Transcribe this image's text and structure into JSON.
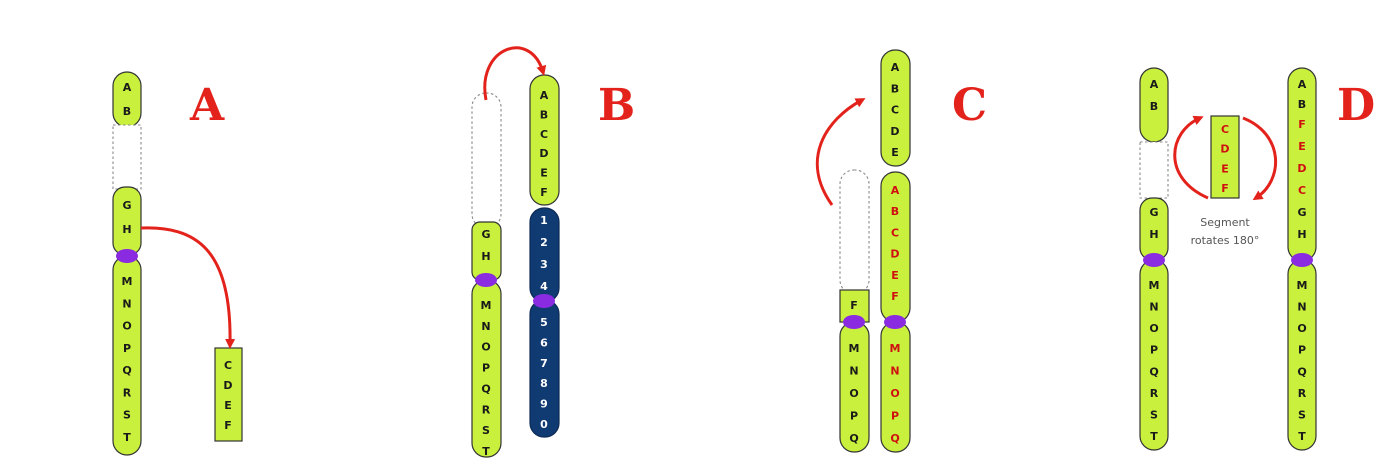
{
  "panels": {
    "a": {
      "label": "A",
      "top_letters": [
        "A",
        "B"
      ],
      "mid_letters": [
        "G",
        "H"
      ],
      "bottom_letters": [
        "M",
        "N",
        "O",
        "P",
        "Q",
        "R",
        "S",
        "T"
      ],
      "fragment_letters": [
        "C",
        "D",
        "E",
        "F"
      ]
    },
    "b": {
      "label": "B",
      "left_mid": [
        "G",
        "H"
      ],
      "left_bottom": [
        "M",
        "N",
        "O",
        "P",
        "Q",
        "R",
        "S",
        "T"
      ],
      "right_top": [
        "A",
        "B",
        "C",
        "D",
        "E",
        "F"
      ],
      "right_blue_top": [
        "1",
        "2",
        "3",
        "4"
      ],
      "right_blue_bottom": [
        "5",
        "6",
        "7",
        "8",
        "9",
        "0"
      ]
    },
    "c": {
      "label": "C",
      "top_letters": [
        "A",
        "B",
        "C",
        "D",
        "E"
      ],
      "left_mid": [
        "F"
      ],
      "left_bottom": [
        "M",
        "N",
        "O",
        "P",
        "Q"
      ],
      "right_top": [
        "A",
        "B",
        "C",
        "D",
        "E",
        "F"
      ],
      "right_bottom": [
        "M",
        "N",
        "O",
        "P",
        "Q"
      ]
    },
    "d": {
      "label": "D",
      "left_top": [
        "A",
        "B"
      ],
      "left_mid": [
        "G",
        "H"
      ],
      "left_bottom": [
        "M",
        "N",
        "O",
        "P",
        "Q",
        "R",
        "S",
        "T"
      ],
      "segment": [
        "C",
        "D",
        "E",
        "F"
      ],
      "right_top": [
        "A",
        "B"
      ],
      "right_inverted": [
        "F",
        "E",
        "D",
        "C"
      ],
      "right_mid": [
        "G",
        "H"
      ],
      "right_bottom": [
        "M",
        "N",
        "O",
        "P",
        "Q",
        "R",
        "S",
        "T"
      ],
      "note_line1": "Segment",
      "note_line2": "rotates 180°"
    }
  },
  "colors": {
    "chromosome": "#c8f03c",
    "accent_red": "#e3231b",
    "centromere": "#8a2be2",
    "translocated_blue": "#103a72"
  }
}
